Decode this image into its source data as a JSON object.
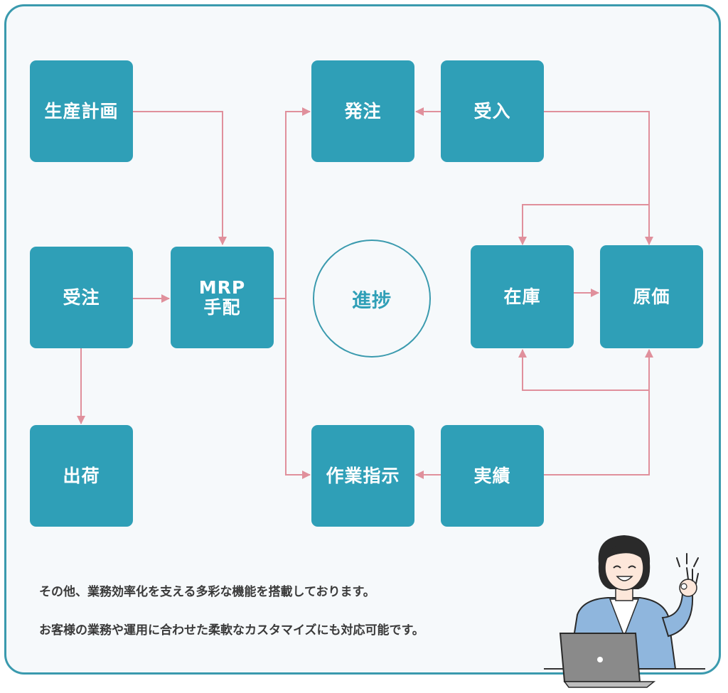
{
  "nodes": {
    "seisan_keikaku": "生産計画",
    "juchu": "受注",
    "mrp_line1": "MRP",
    "mrp_line2": "手配",
    "shukka": "出荷",
    "hatchu": "発注",
    "ukeire": "受入",
    "zaiko": "在庫",
    "genka": "原価",
    "sagyo_shiji": "作業指示",
    "jisseki": "実績",
    "shinchoku": "進捗"
  },
  "captions": {
    "line1": "その他、業務効率化を支える多彩な機能を搭載しております。",
    "line2": "お客様の業務や運用に合わせた柔軟なカスタマイズにも対応可能です。"
  },
  "colors": {
    "node": "#2f9fb7",
    "arrow": "#e0909c",
    "frame": "#3a9aae"
  }
}
